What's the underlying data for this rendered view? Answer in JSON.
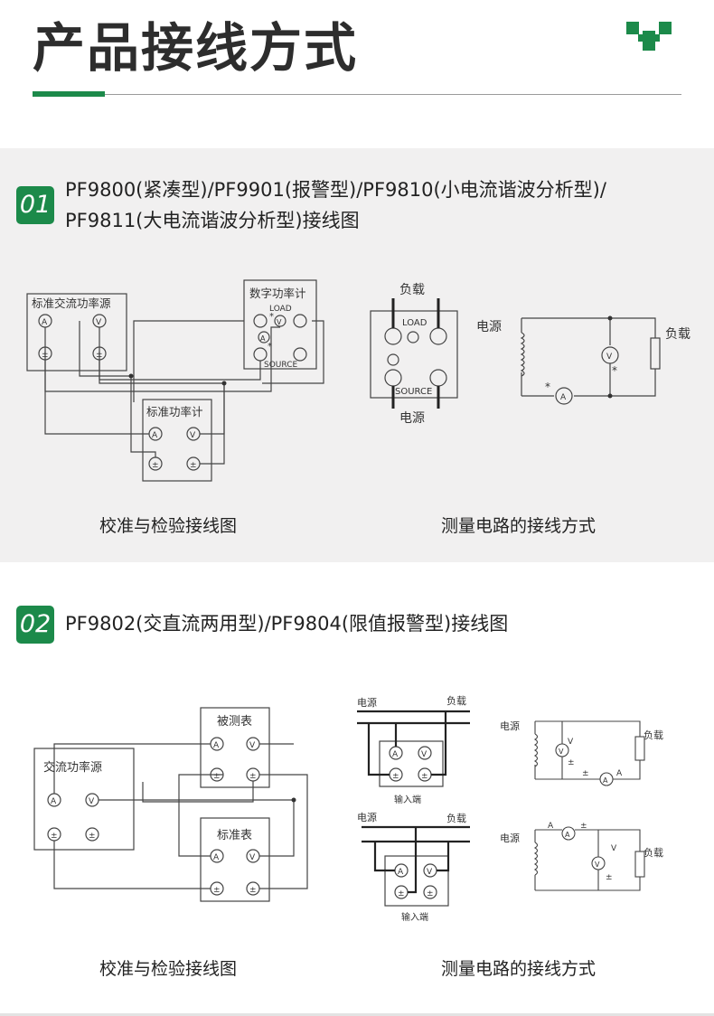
{
  "header": {
    "title": "产品接线方式",
    "accent_color": "#1c8a4a"
  },
  "section1": {
    "number": "01",
    "heading_line1": "PF9800(紧凑型)/PF9901(报警型)/PF9810(小电流谐波分析型)/",
    "heading_line2": "PF9811(大电流谐波分析型)接线图",
    "caption_left": "校准与检验接线图",
    "caption_right": "测量电路的接线方式",
    "diagram_a": {
      "std_source": "标准交流功率源",
      "digital_meter": "数字功率计",
      "std_meter": "标准功率计",
      "load": "LOAD",
      "source": "SOURCE",
      "a": "A",
      "v": "V",
      "pm": "±",
      "star": "*"
    },
    "diagram_b": {
      "load": "负载",
      "power": "电源",
      "load_en": "LOAD",
      "source_en": "SOURCE"
    },
    "diagram_c": {
      "power": "电源",
      "load": "负载"
    }
  },
  "section2": {
    "number": "02",
    "heading": "PF9802(交直流两用型)/PF9804(限值报警型)接线图",
    "caption_left": "校准与检验接线图",
    "caption_right": "测量电路的接线方式",
    "diagram_a": {
      "source": "交流功率源",
      "under_test": "被测表",
      "standard": "标准表"
    },
    "diagram_b": {
      "power": "电源",
      "load": "负载",
      "input": "输入端"
    }
  }
}
